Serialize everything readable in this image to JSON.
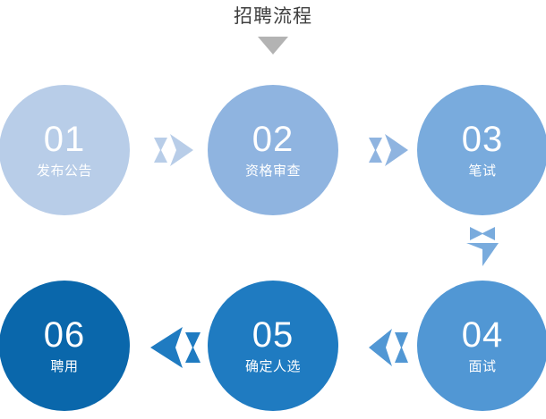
{
  "diagram": {
    "title": "招聘流程",
    "title_color": "#3f3f3f",
    "caret_icon": "triangle-down-icon",
    "caret_color": "#b3b3b3",
    "background_color": "#ffffff",
    "steps": [
      {
        "number": "01",
        "label": "发布公告",
        "color": "#b8cde8"
      },
      {
        "number": "02",
        "label": "资格审查",
        "color": "#8fb4e0"
      },
      {
        "number": "03",
        "label": "笔试",
        "color": "#79abdd"
      },
      {
        "number": "04",
        "label": "面试",
        "color": "#5197d4"
      },
      {
        "number": "05",
        "label": "确定人选",
        "color": "#1f7bc1"
      },
      {
        "number": "06",
        "label": "聘用",
        "color": "#0a67ab"
      }
    ],
    "arrows": [
      {
        "name": "arrow-step1-to-step2",
        "direction": "right",
        "color": "#b8cde8"
      },
      {
        "name": "arrow-step2-to-step3",
        "direction": "right",
        "color": "#8fb4e0"
      },
      {
        "name": "arrow-step3-to-step4",
        "direction": "down",
        "color": "#79abdd"
      },
      {
        "name": "arrow-step4-to-step5",
        "direction": "left",
        "color": "#5197d4"
      },
      {
        "name": "arrow-step5-to-step6",
        "direction": "left",
        "color": "#1f7bc1"
      }
    ]
  }
}
